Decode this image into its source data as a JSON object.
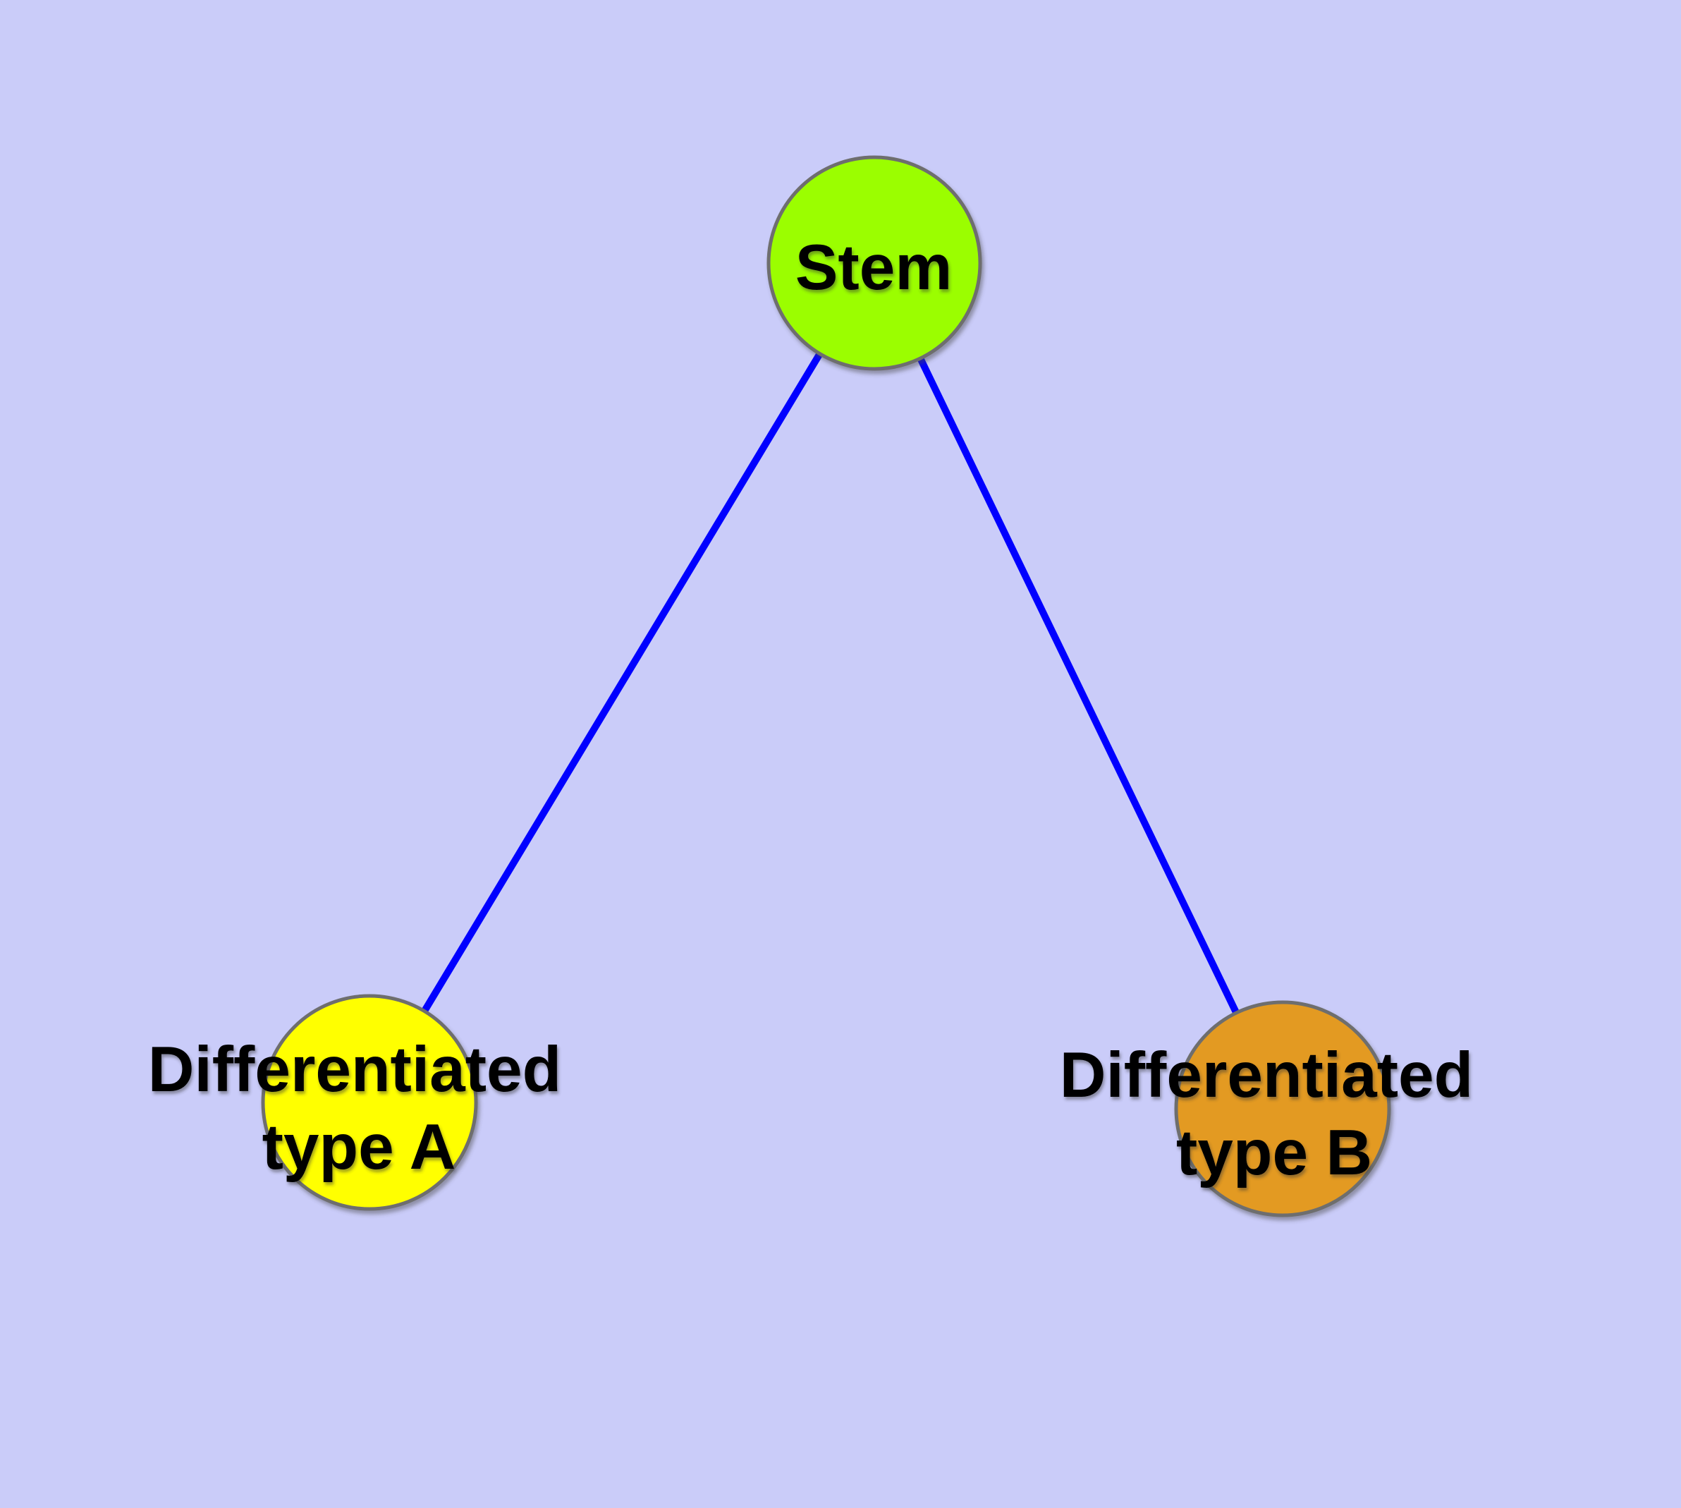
{
  "figure": {
    "type": "node-link-diagram",
    "description": "Stem cell differentiation graph: one stem node branching to two differentiated cell types",
    "background_color": "#CACCF9",
    "edge_color": "#0000FF",
    "node_border_color": "#6E6E6E",
    "label_color": "#000000",
    "nodes": {
      "stem": {
        "label": "Stem",
        "fill": "#9BFE00"
      },
      "type_a": {
        "label_line1": "Differentiated",
        "label_line2": "type A",
        "label_full": "Differentiated type A",
        "fill": "#FFFF00"
      },
      "type_b": {
        "label_line1": "Differentiated",
        "label_line2": "type B",
        "label_full": "Differentiated type B",
        "fill": "#E39A21"
      }
    },
    "edges": [
      {
        "from": "Stem",
        "to": "Differentiated type A"
      },
      {
        "from": "Stem",
        "to": "Differentiated type B"
      }
    ]
  }
}
